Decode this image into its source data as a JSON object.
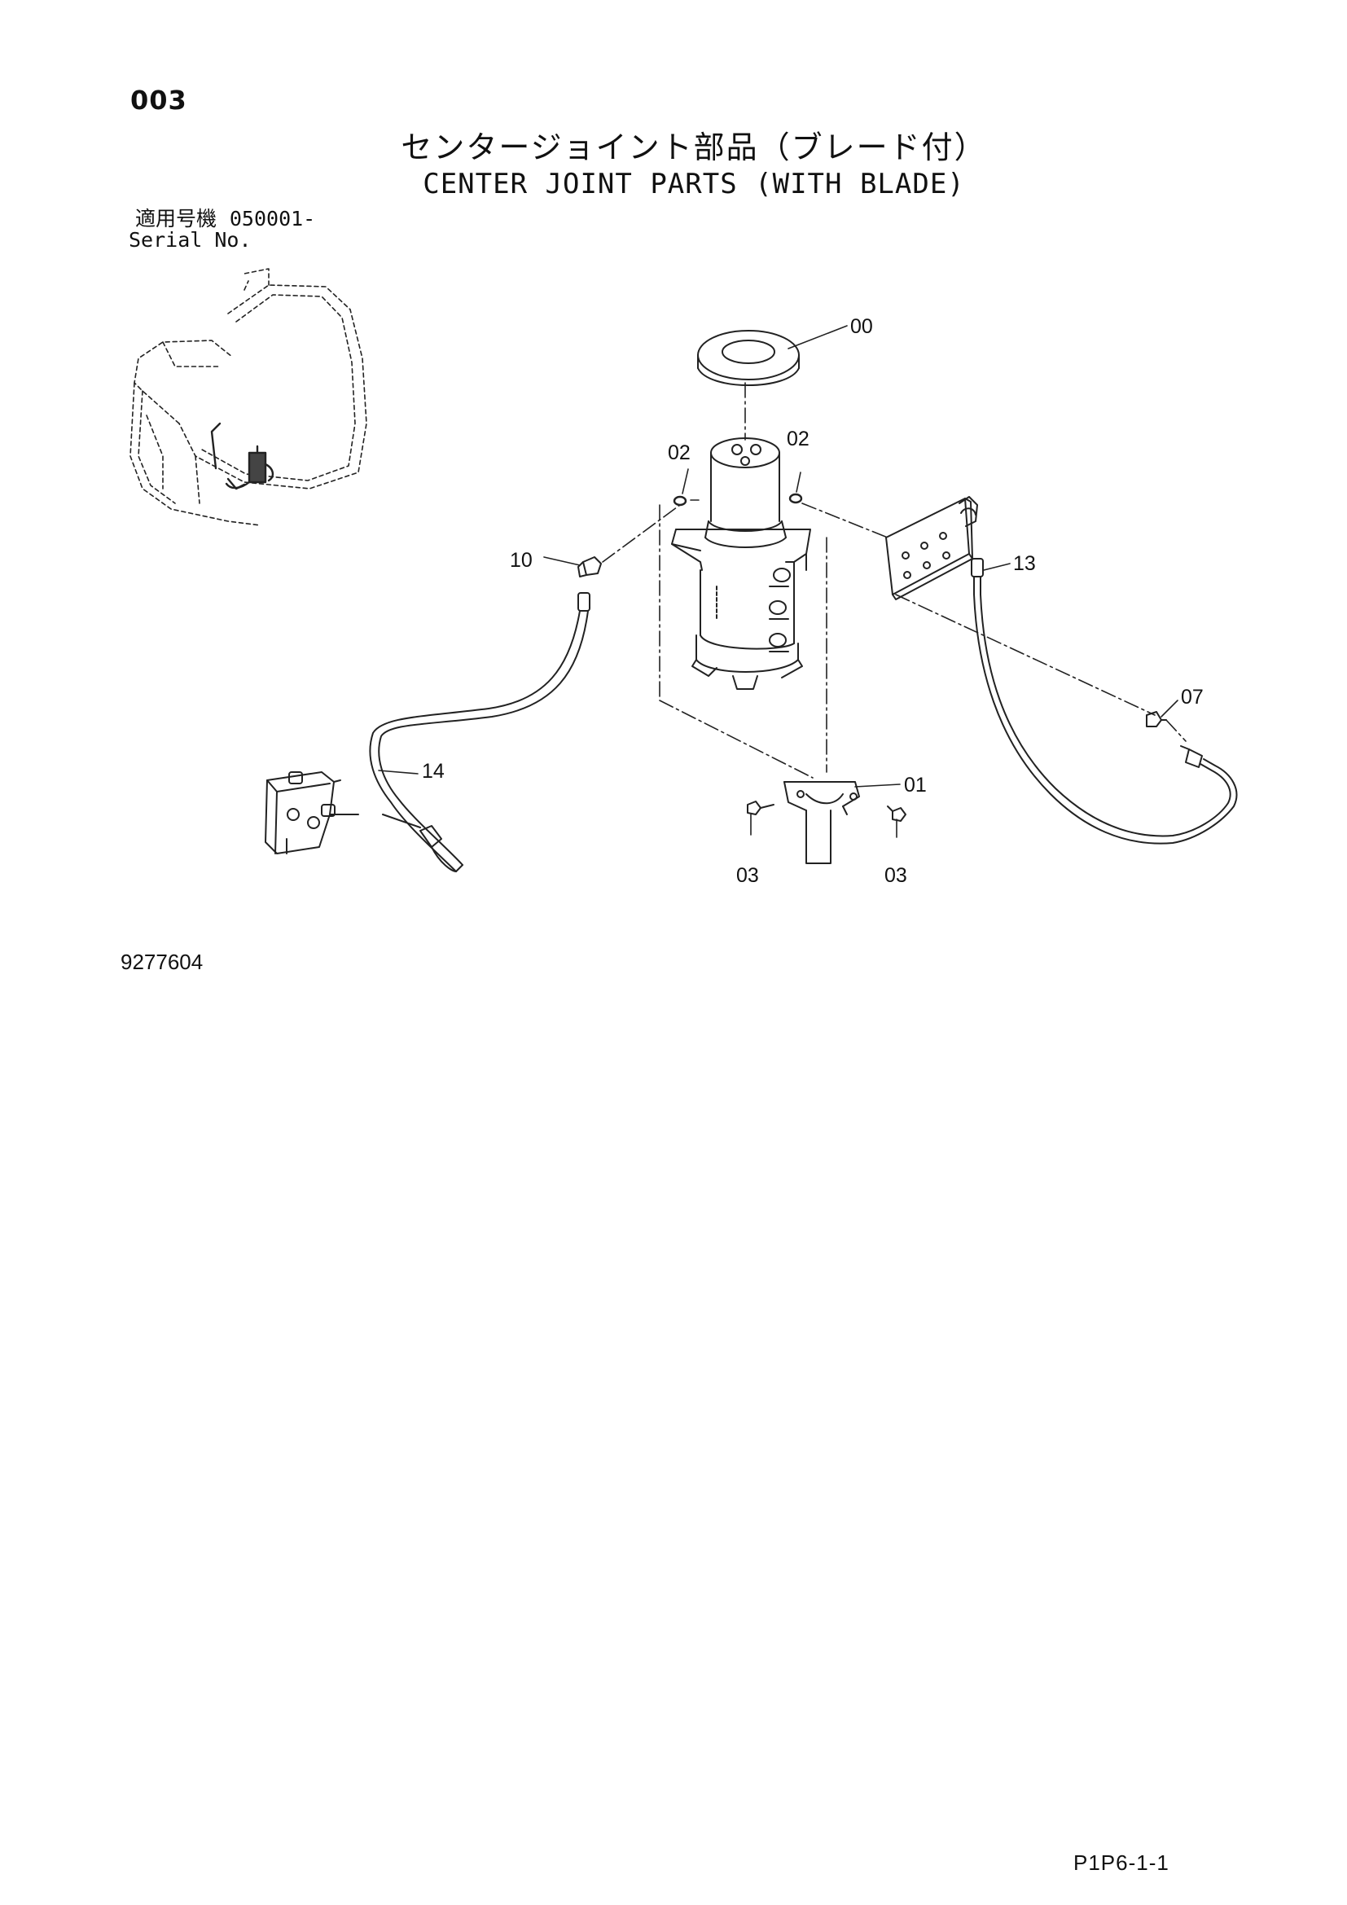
{
  "header": {
    "page_code": "003",
    "title_jp": "センタージョイント部品（ブレード付）",
    "title_en": "CENTER JOINT PARTS (WITH BLADE)",
    "serial_label_jp": "適用号機",
    "serial_value": "050001-",
    "serial_label_en": "Serial No."
  },
  "callouts": [
    "00",
    "02",
    "02",
    "10",
    "13",
    "07",
    "14",
    "01",
    "03",
    "03"
  ],
  "footer": {
    "figure_number": "9277604",
    "page_reference": "P1P6-1-1"
  }
}
